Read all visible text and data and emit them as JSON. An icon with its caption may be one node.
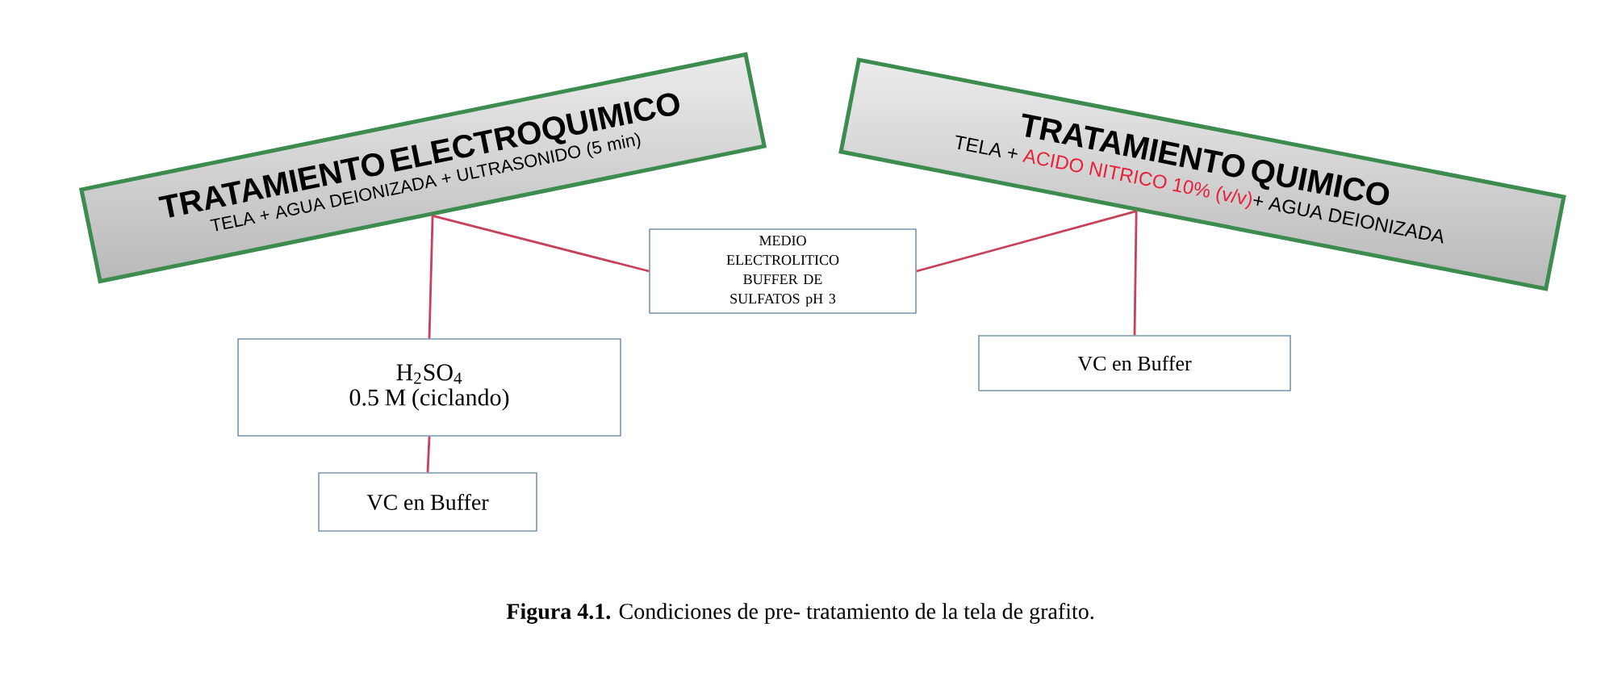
{
  "diagram": {
    "caption": "**Figura 4.1.** Condiciones de pre- tratamiento de la tela de grafito.",
    "nodes": [
      {
        "text": [
          "TRATAMIENTO ELECTROQUIMICO",
          "TELA + AGUA DEIONIZADA + ULTRASONIDO (5 min)"
        ]
      },
      {
        "text": [
          "TRATAMIENTO QUIMICO",
          "TELA +",
          "ACIDO NITRICO 10% (v/v)",
          "+ AGUA DEIONIZADA"
        ]
      },
      {
        "text": [
          "MEDIO ELECTROLITICO BUFFER DE SULFATOS pH 3"
        ]
      },
      {
        "text": [
          "H$_{2}$SO$_{4}$",
          "0.5 M (ciclando)"
        ]
      },
      {
        "text": [
          "VC en Buffer"
        ]
      },
      {
        "text": [
          "VC en Buffer"
        ]
      }
    ],
    "edges": [
      {
        "from": 0,
        "to": 2,
        "arrow": "none",
        "color": "#c8405a"
      },
      {
        "from": 0,
        "to": 3,
        "arrow": "none",
        "color": "#c8405a"
      },
      {
        "from": 3,
        "to": 4,
        "arrow": "none",
        "color": "#c8405a"
      },
      {
        "from": 1,
        "to": 2,
        "arrow": "none",
        "color": "#c8405a"
      },
      {
        "from": 1,
        "to": 5,
        "arrow": "none",
        "color": "#c8405a"
      }
    ]
  }
}
